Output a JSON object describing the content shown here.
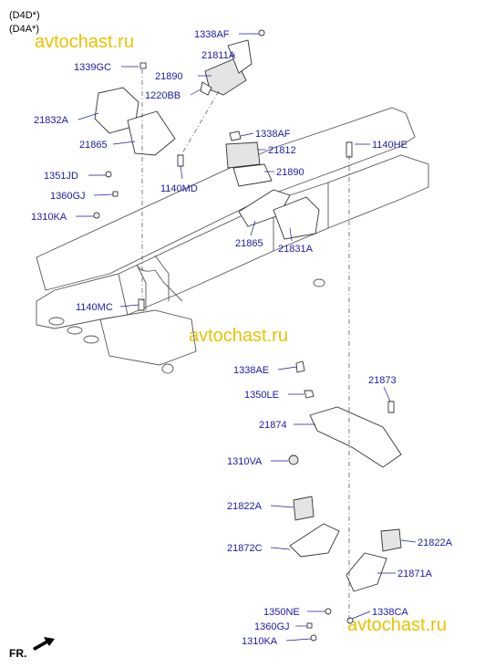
{
  "variants": [
    "(D4D*)",
    "(D4A*)"
  ],
  "watermark": "avtochast.ru",
  "direction_label": "FR.",
  "labels": {
    "l_1338AF_top": "1338AF",
    "l_21811A": "21811A",
    "l_1339GC": "1339GC",
    "l_21890_top": "21890",
    "l_1220BB": "1220BB",
    "l_21832A": "21832A",
    "l_21865_left": "21865",
    "l_1351JD": "1351JD",
    "l_1140MD": "1140MD",
    "l_1360GJ_top": "1360GJ",
    "l_1310KA_top": "1310KA",
    "l_1338AF_mid": "1338AF",
    "l_21812": "21812",
    "l_1140HE": "1140HE",
    "l_21890_mid": "21890",
    "l_21865_mid": "21865",
    "l_21831A": "21831A",
    "l_1140MC": "1140MC",
    "l_1338AE": "1338AE",
    "l_21873": "21873",
    "l_1350LE": "1350LE",
    "l_21874": "21874",
    "l_1310VA": "1310VA",
    "l_21822A_left": "21822A",
    "l_21872C": "21872C",
    "l_21822A_right": "21822A",
    "l_21871A": "21871A",
    "l_1350NE": "1350NE",
    "l_1338CA": "1338CA",
    "l_1360GJ_bot": "1360GJ",
    "l_1310KA_bot": "1310KA"
  }
}
